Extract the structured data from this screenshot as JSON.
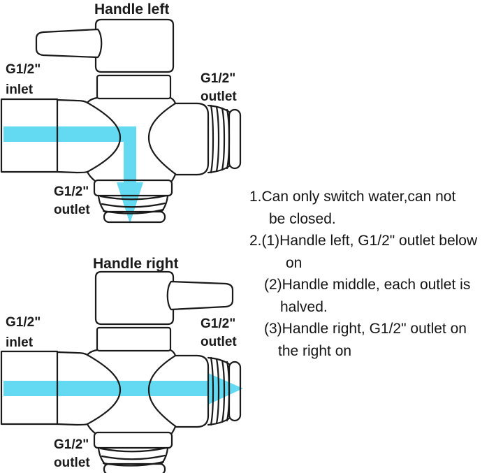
{
  "colors": {
    "flow_arrow": "#63daf2",
    "line": "#1a1a1a"
  },
  "top_diagram": {
    "title": "Handle left",
    "inlet": [
      "G1/2\"",
      "inlet"
    ],
    "right_outlet": [
      "G1/2\"",
      "outlet"
    ],
    "bottom_outlet": [
      "G1/2\"",
      "outlet"
    ]
  },
  "bottom_diagram": {
    "title": "Handle right",
    "inlet": [
      "G1/2\"",
      "inlet"
    ],
    "right_outlet": [
      "G1/2\"",
      "outlet"
    ],
    "bottom_outlet": [
      "G1/2\"",
      "outlet"
    ]
  },
  "notes": {
    "lines": [
      "1.Can only switch water,can not",
      "be closed.",
      "2.(1)Handle left, G1/2\" outlet below",
      "on",
      "(2)Handle middle, each outlet is",
      "halved.",
      "(3)Handle right, G1/2\" outlet on",
      "the right on"
    ]
  }
}
